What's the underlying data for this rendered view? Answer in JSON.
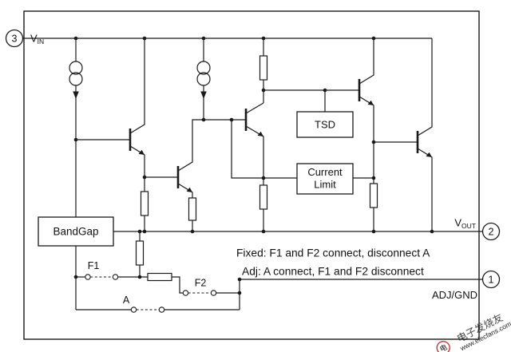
{
  "diagram": {
    "pins": {
      "pin3": {
        "number": "3",
        "label_main": "V",
        "label_sub": "IN"
      },
      "pin2": {
        "number": "2",
        "label_main": "V",
        "label_sub": "OUT"
      },
      "pin1": {
        "number": "1",
        "label": "ADJ/GND"
      }
    },
    "blocks": {
      "bandgap": {
        "label": "BandGap"
      },
      "tsd": {
        "label": "TSD"
      },
      "current_limit": {
        "label_line1": "Current",
        "label_line2": "Limit"
      }
    },
    "switches": {
      "f1": "F1",
      "f2": "F2",
      "a": "A"
    },
    "notes": {
      "fixed": "Fixed:  F1 and F2 connect, disconnect A",
      "adj": "Adj:  A connect, F1 and F2 disconnect"
    },
    "watermark": {
      "site_name": "电子发烧友",
      "site_url": "www.elecfans.com",
      "logo_glyph": "电"
    },
    "colors": {
      "wire": "#1a1a1a",
      "watermark_red": "#c23b3b",
      "watermark_gray": "#8a9ab5"
    }
  }
}
